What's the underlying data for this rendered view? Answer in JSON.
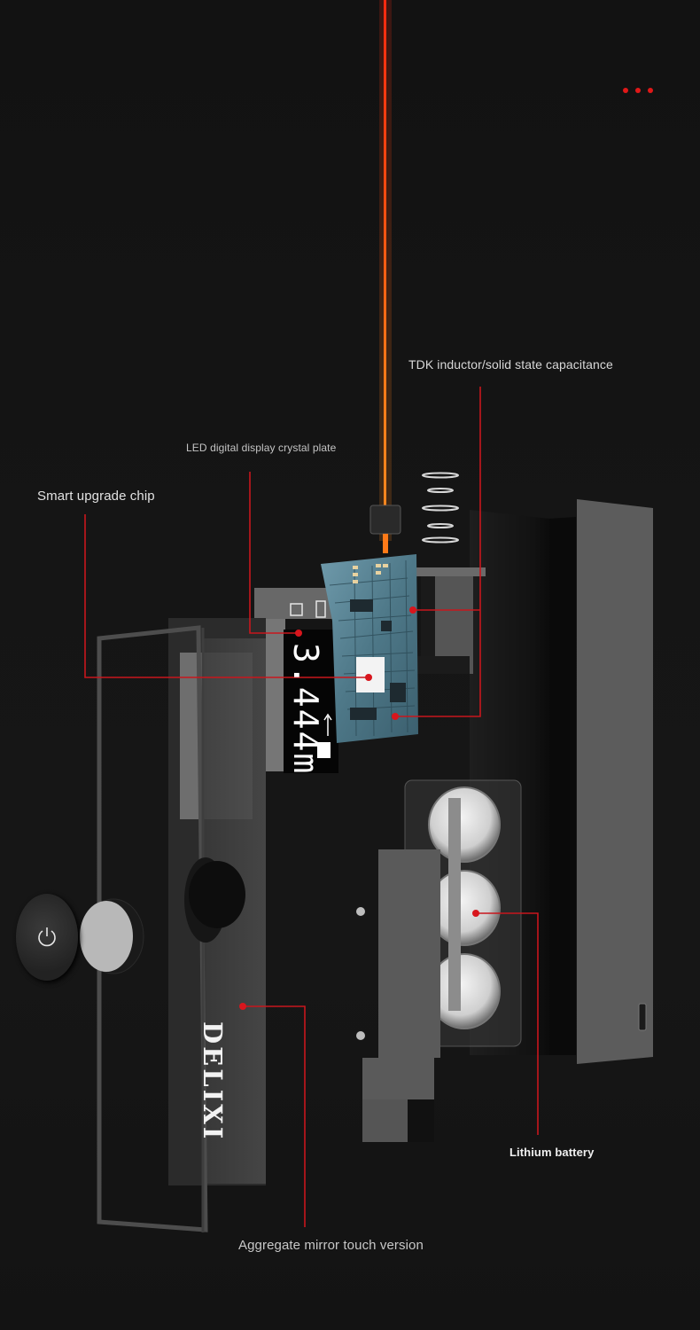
{
  "callouts": {
    "tdk": "TDK inductor/solid state capacitance",
    "led_plate": "LED digital display crystal plate",
    "chip": "Smart upgrade chip",
    "battery": "Lithium battery",
    "mirror": "Aggregate mirror touch version"
  },
  "display": {
    "reading": "3.444m"
  },
  "brand": {
    "logo_text": "DELIXI"
  },
  "icons": {
    "power": "power-icon",
    "menu_dots": "more-dots-icon"
  },
  "colors": {
    "background": "#141414",
    "accent_red": "#c8161d",
    "laser_orange": "#ff6a10",
    "label_text": "#d8d8d8",
    "pcb_blue": "#5f8ea0"
  }
}
